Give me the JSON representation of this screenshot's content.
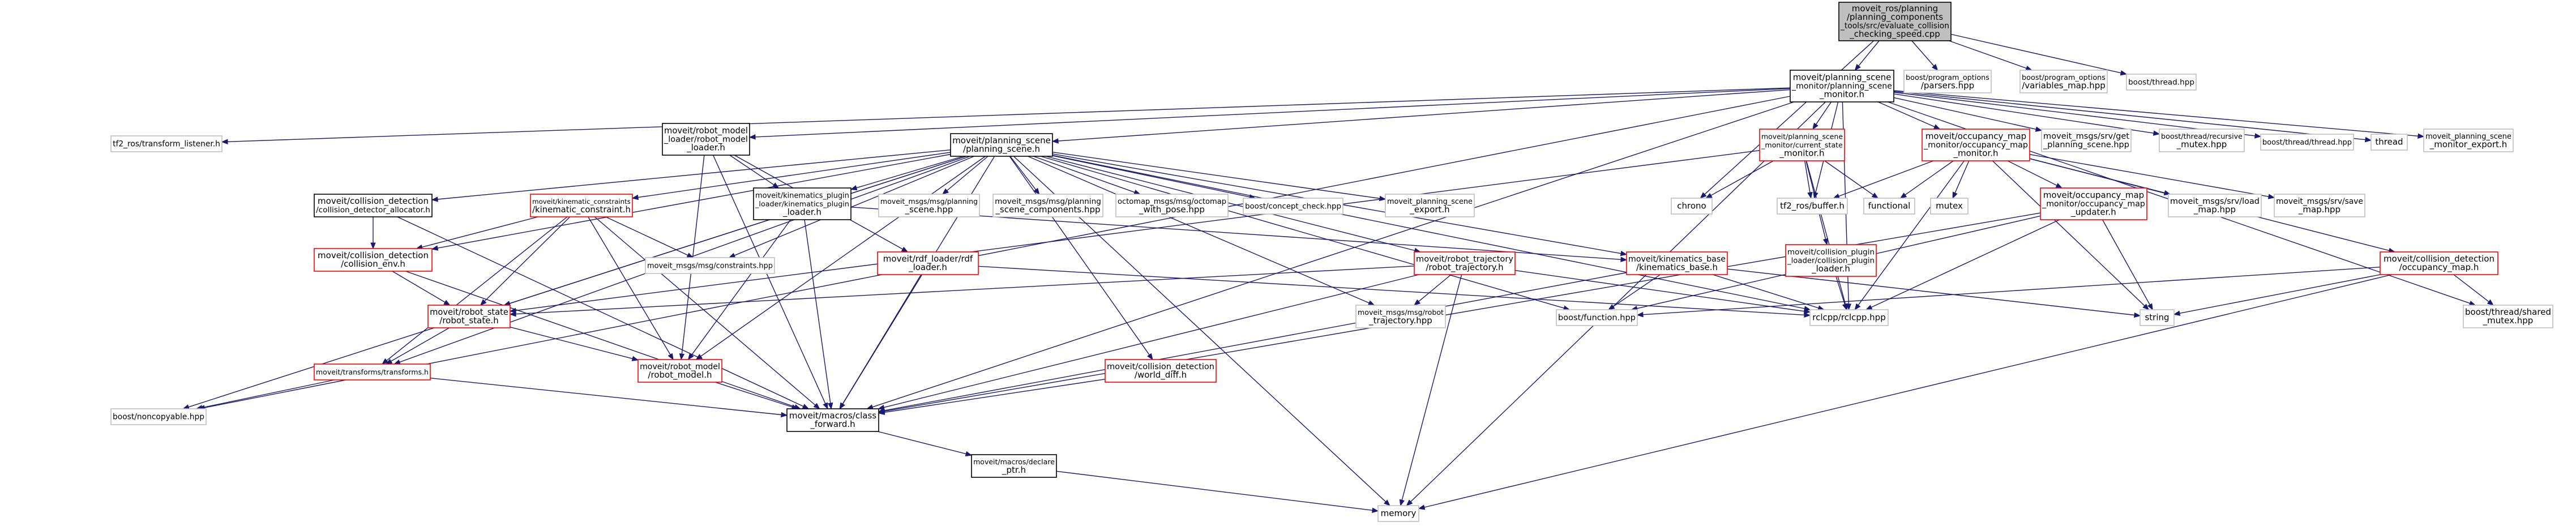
{
  "colors": {
    "root_fill": "#bfbfbf",
    "root_stroke": "#000000",
    "documented_stroke": "#000000",
    "red_stroke": "#ff0000",
    "external_stroke": "#bfbfbf",
    "edge": "#191970"
  },
  "nodes": [
    {
      "id": "root",
      "lines": [
        "moveit_ros/planning",
        "/planning_components",
        "_tools/src/evaluate_collision",
        "_checking_speed.cpp"
      ],
      "kind": "root"
    },
    {
      "id": "psm",
      "lines": [
        "moveit/planning_scene",
        "_monitor/planning_scene",
        "_monitor.h"
      ],
      "kind": "documented"
    },
    {
      "id": "po_parsers",
      "lines": [
        "boost/program_options",
        "/parsers.hpp"
      ],
      "kind": "external"
    },
    {
      "id": "po_vars",
      "lines": [
        "boost/program_options",
        "/variables_map.hpp"
      ],
      "kind": "external"
    },
    {
      "id": "thread",
      "lines": [
        "boost/thread.hpp"
      ],
      "kind": "external"
    },
    {
      "id": "tf2_listener",
      "lines": [
        "tf2_ros/transform_listener.h"
      ],
      "kind": "external"
    },
    {
      "id": "rml",
      "lines": [
        "moveit/robot_model",
        "_loader/robot_model",
        "_loader.h"
      ],
      "kind": "documented"
    },
    {
      "id": "ps",
      "lines": [
        "moveit/planning_scene",
        "/planning_scene.h"
      ],
      "kind": "documented"
    },
    {
      "id": "csm",
      "lines": [
        "moveit/planning_scene",
        "_monitor/current_state",
        "_monitor.h"
      ],
      "kind": "red"
    },
    {
      "id": "om",
      "lines": [
        "moveit/occupancy_map",
        "_monitor/occupancy_map",
        "_monitor.h"
      ],
      "kind": "red"
    },
    {
      "id": "get_ps",
      "lines": [
        "moveit_msgs/srv/get",
        "_planning_scene.hpp"
      ],
      "kind": "external"
    },
    {
      "id": "rec_mutex",
      "lines": [
        "boost/thread/recursive",
        "_mutex.hpp"
      ],
      "kind": "external"
    },
    {
      "id": "thread_thread",
      "lines": [
        "boost/thread/thread.hpp"
      ],
      "kind": "external"
    },
    {
      "id": "thread_std",
      "lines": [
        "thread"
      ],
      "kind": "external"
    },
    {
      "id": "psm_export",
      "lines": [
        "moveit_planning_scene",
        "_monitor_export.h"
      ],
      "kind": "external"
    },
    {
      "id": "cd_alloc",
      "lines": [
        "moveit/collision_detection",
        "/collision_detector_allocator.h"
      ],
      "kind": "documented"
    },
    {
      "id": "kc",
      "lines": [
        "moveit/kinematic_constraints",
        "/kinematic_constraint.h"
      ],
      "kind": "red"
    },
    {
      "id": "kpl",
      "lines": [
        "moveit/kinematics_plugin",
        "_loader/kinematics_plugin",
        "_loader.h"
      ],
      "kind": "documented"
    },
    {
      "id": "ps_msg",
      "lines": [
        "moveit_msgs/msg/planning",
        "_scene.hpp"
      ],
      "kind": "external"
    },
    {
      "id": "psc_msg",
      "lines": [
        "moveit_msgs/msg/planning",
        "_scene_components.hpp"
      ],
      "kind": "external"
    },
    {
      "id": "octomap_msg",
      "lines": [
        "octomap_msgs/msg/octomap",
        "_with_pose.hpp"
      ],
      "kind": "external"
    },
    {
      "id": "concept",
      "lines": [
        "boost/concept_check.hpp"
      ],
      "kind": "external"
    },
    {
      "id": "ps_export",
      "lines": [
        "moveit_planning_scene",
        "_export.h"
      ],
      "kind": "external"
    },
    {
      "id": "chrono",
      "lines": [
        "chrono"
      ],
      "kind": "external"
    },
    {
      "id": "tf2_buffer",
      "lines": [
        "tf2_ros/buffer.h"
      ],
      "kind": "external"
    },
    {
      "id": "functional",
      "lines": [
        "functional"
      ],
      "kind": "external"
    },
    {
      "id": "mutex",
      "lines": [
        "mutex"
      ],
      "kind": "external"
    },
    {
      "id": "omu",
      "lines": [
        "moveit/occupancy_map",
        "_monitor/occupancy_map",
        "_updater.h"
      ],
      "kind": "red"
    },
    {
      "id": "load_map",
      "lines": [
        "moveit_msgs/srv/load",
        "_map.hpp"
      ],
      "kind": "external"
    },
    {
      "id": "save_map",
      "lines": [
        "moveit_msgs/srv/save",
        "_map.hpp"
      ],
      "kind": "external"
    },
    {
      "id": "cd_env",
      "lines": [
        "moveit/collision_detection",
        "/collision_env.h"
      ],
      "kind": "red"
    },
    {
      "id": "constraints",
      "lines": [
        "moveit_msgs/msg/constraints.hpp"
      ],
      "kind": "external"
    },
    {
      "id": "srdf",
      "lines": [
        "moveit/rdf_loader/rdf",
        "_loader.h"
      ],
      "kind": "red"
    },
    {
      "id": "rt",
      "lines": [
        "moveit/robot_trajectory",
        "/robot_trajectory.h"
      ],
      "kind": "red"
    },
    {
      "id": "kb",
      "lines": [
        "moveit/kinematics_base",
        "/kinematics_base.h"
      ],
      "kind": "red"
    },
    {
      "id": "cpl",
      "lines": [
        "moveit/collision_plugin",
        "_loader/collision_plugin",
        "_loader.h"
      ],
      "kind": "red"
    },
    {
      "id": "cd_om",
      "lines": [
        "moveit/collision_detection",
        "/occupancy_map.h"
      ],
      "kind": "red"
    },
    {
      "id": "robot_state",
      "lines": [
        "moveit/robot_state",
        "/robot_state.h"
      ],
      "kind": "red"
    },
    {
      "id": "rt_msg",
      "lines": [
        "moveit_msgs/msg/robot",
        "_trajectory.hpp"
      ],
      "kind": "external"
    },
    {
      "id": "function",
      "lines": [
        "boost/function.hpp"
      ],
      "kind": "external"
    },
    {
      "id": "rclcpp",
      "lines": [
        "rclcpp/rclcpp.hpp"
      ],
      "kind": "external"
    },
    {
      "id": "string",
      "lines": [
        "string"
      ],
      "kind": "external"
    },
    {
      "id": "shared_mutex",
      "lines": [
        "boost/thread/shared",
        "_mutex.hpp"
      ],
      "kind": "external"
    },
    {
      "id": "transforms",
      "lines": [
        "moveit/transforms/transforms.h"
      ],
      "kind": "red"
    },
    {
      "id": "robot_model",
      "lines": [
        "moveit/robot_model",
        "/robot_model.h"
      ],
      "kind": "red"
    },
    {
      "id": "cd_world_diff",
      "lines": [
        "moveit/collision_detection",
        "/world_diff.h"
      ],
      "kind": "red"
    },
    {
      "id": "noncopyable",
      "lines": [
        "boost/noncopyable.hpp"
      ],
      "kind": "external"
    },
    {
      "id": "class_fwd",
      "lines": [
        "moveit/macros/class",
        "_forward.h"
      ],
      "kind": "documented"
    },
    {
      "id": "declare_ptr",
      "lines": [
        "moveit/macros/declare",
        "_ptr.h"
      ],
      "kind": "documented"
    },
    {
      "id": "memory",
      "lines": [
        "memory"
      ],
      "kind": "external"
    }
  ],
  "edges": [
    [
      "root",
      "psm"
    ],
    [
      "root",
      "po_parsers"
    ],
    [
      "root",
      "po_vars"
    ],
    [
      "root",
      "thread"
    ],
    [
      "root",
      "chrono"
    ],
    [
      "psm",
      "tf2_listener"
    ],
    [
      "psm",
      "rml"
    ],
    [
      "psm",
      "ps"
    ],
    [
      "psm",
      "csm"
    ],
    [
      "psm",
      "om"
    ],
    [
      "psm",
      "get_ps"
    ],
    [
      "psm",
      "rec_mutex"
    ],
    [
      "psm",
      "thread_thread"
    ],
    [
      "psm",
      "thread_std"
    ],
    [
      "psm",
      "psm_export"
    ],
    [
      "psm",
      "noncopyable"
    ],
    [
      "psm",
      "memory"
    ],
    [
      "psm",
      "class_fwd"
    ],
    [
      "psm",
      "tf2_buffer"
    ],
    [
      "psm",
      "rclcpp"
    ],
    [
      "psm",
      "shared_mutex"
    ],
    [
      "rml",
      "kpl"
    ],
    [
      "rml",
      "robot_model"
    ],
    [
      "rml",
      "class_fwd"
    ],
    [
      "rml",
      "srdf"
    ],
    [
      "ps",
      "cd_alloc"
    ],
    [
      "ps",
      "kc"
    ],
    [
      "ps",
      "kpl"
    ],
    [
      "ps",
      "ps_msg"
    ],
    [
      "ps",
      "psc_msg"
    ],
    [
      "ps",
      "octomap_msg"
    ],
    [
      "ps",
      "concept"
    ],
    [
      "ps",
      "ps_export"
    ],
    [
      "ps",
      "rt"
    ],
    [
      "ps",
      "kb"
    ],
    [
      "ps",
      "cd_env"
    ],
    [
      "ps",
      "constraints"
    ],
    [
      "ps",
      "robot_state"
    ],
    [
      "ps",
      "transforms"
    ],
    [
      "ps",
      "cd_world_diff"
    ],
    [
      "ps",
      "noncopyable"
    ],
    [
      "ps",
      "class_fwd"
    ],
    [
      "ps",
      "function"
    ],
    [
      "ps",
      "rt_msg"
    ],
    [
      "ps",
      "robot_model"
    ],
    [
      "ps",
      "memory"
    ],
    [
      "ps",
      "rclcpp"
    ],
    [
      "csm",
      "chrono"
    ],
    [
      "csm",
      "tf2_buffer"
    ],
    [
      "csm",
      "functional"
    ],
    [
      "csm",
      "robot_state"
    ],
    [
      "csm",
      "cpl"
    ],
    [
      "csm",
      "rclcpp"
    ],
    [
      "om",
      "functional"
    ],
    [
      "om",
      "mutex"
    ],
    [
      "om",
      "omu"
    ],
    [
      "om",
      "load_map"
    ],
    [
      "om",
      "save_map"
    ],
    [
      "om",
      "cd_om"
    ],
    [
      "om",
      "tf2_buffer"
    ],
    [
      "om",
      "rclcpp"
    ],
    [
      "om",
      "string"
    ],
    [
      "omu",
      "function"
    ],
    [
      "omu",
      "string"
    ],
    [
      "omu",
      "rclcpp"
    ],
    [
      "omu",
      "class_fwd"
    ],
    [
      "cd_om",
      "string"
    ],
    [
      "cd_om",
      "function"
    ],
    [
      "cd_om",
      "shared_mutex"
    ],
    [
      "cd_om",
      "memory"
    ],
    [
      "cd_alloc",
      "cd_env"
    ],
    [
      "cd_alloc",
      "class_fwd"
    ],
    [
      "kc",
      "cd_env"
    ],
    [
      "kc",
      "robot_state"
    ],
    [
      "kc",
      "constraints"
    ],
    [
      "kc",
      "transforms"
    ],
    [
      "kc",
      "robot_model"
    ],
    [
      "kc",
      "class_fwd"
    ],
    [
      "kpl",
      "kb"
    ],
    [
      "kpl",
      "robot_model"
    ],
    [
      "kpl",
      "class_fwd"
    ],
    [
      "cd_env",
      "robot_state"
    ],
    [
      "cd_env",
      "class_fwd"
    ],
    [
      "srdf",
      "class_fwd"
    ],
    [
      "srdf",
      "rclcpp"
    ],
    [
      "rt",
      "robot_state"
    ],
    [
      "rt",
      "rt_msg"
    ],
    [
      "rt",
      "memory"
    ],
    [
      "rt",
      "rclcpp"
    ],
    [
      "rt",
      "class_fwd"
    ],
    [
      "kb",
      "function"
    ],
    [
      "kb",
      "rclcpp"
    ],
    [
      "kb",
      "string"
    ],
    [
      "kb",
      "class_fwd"
    ],
    [
      "cpl",
      "rclcpp"
    ],
    [
      "robot_state",
      "robot_model"
    ],
    [
      "robot_state",
      "transforms"
    ],
    [
      "transforms",
      "class_fwd"
    ],
    [
      "transforms",
      "noncopyable"
    ],
    [
      "robot_model",
      "class_fwd"
    ],
    [
      "cd_world_diff",
      "class_fwd"
    ],
    [
      "class_fwd",
      "declare_ptr"
    ],
    [
      "declare_ptr",
      "memory"
    ]
  ]
}
